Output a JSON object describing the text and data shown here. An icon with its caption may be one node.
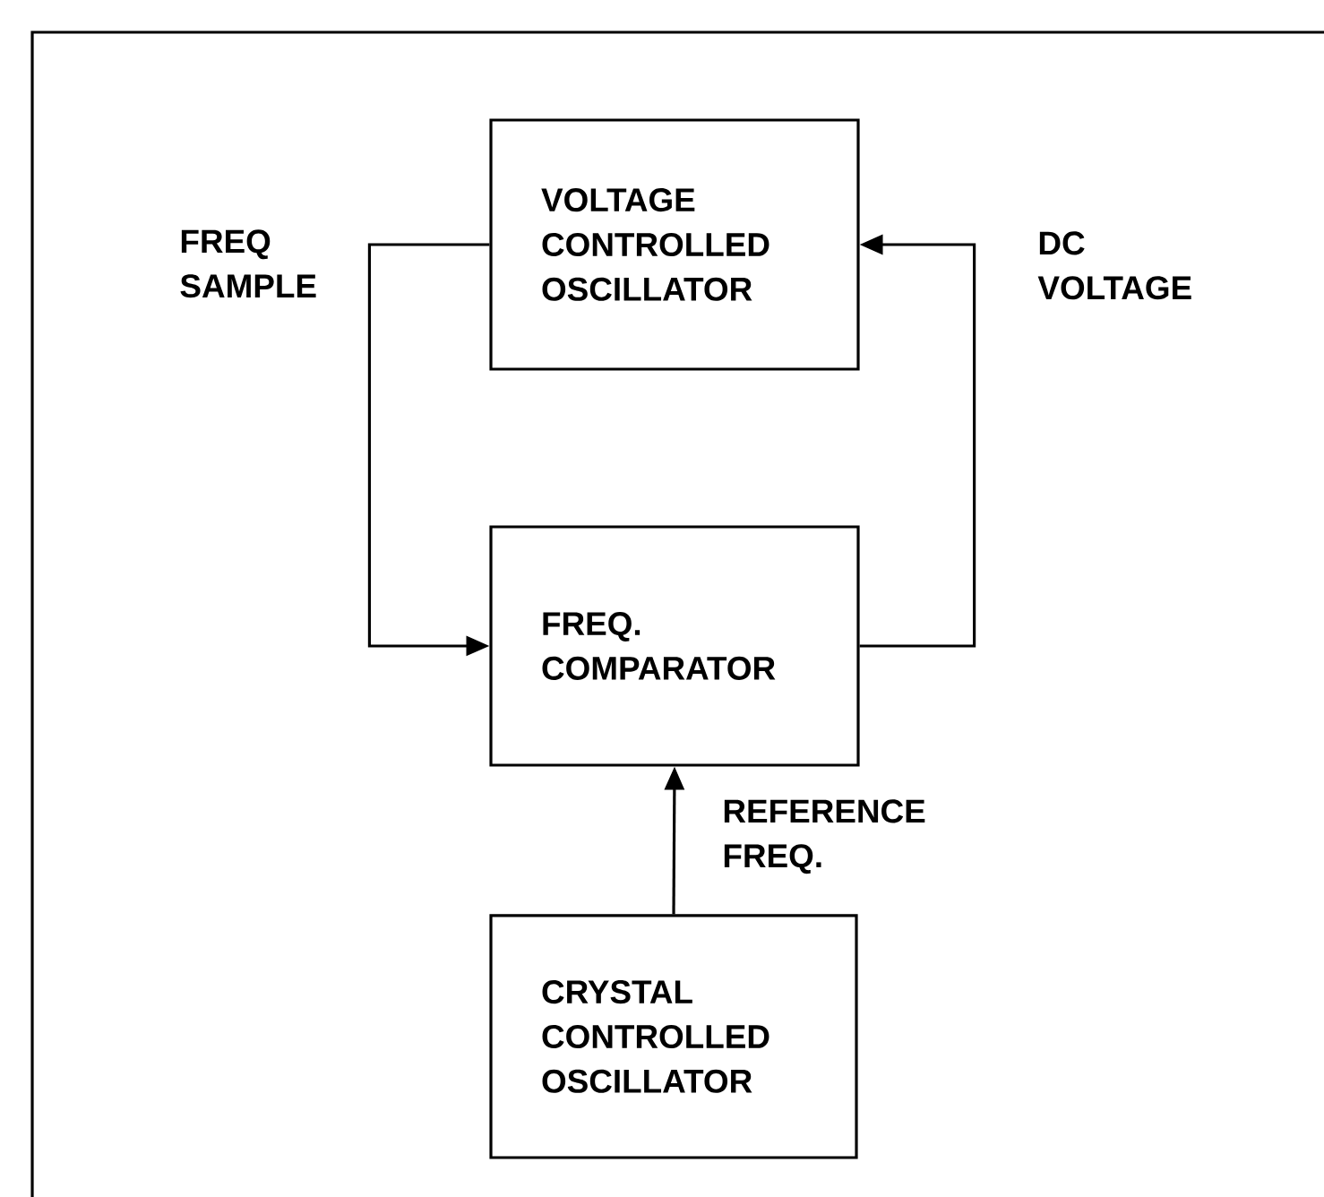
{
  "diagram": {
    "nodes": [
      {
        "text": [
          "VOLTAGE CONTROLLED OSCILLATOR"
        ]
      },
      {
        "text": [
          "FREQ. COMPARATOR"
        ]
      },
      {
        "text": [
          "CRYSTAL CONTROLLED OSCILLATOR"
        ]
      }
    ],
    "edges": [
      {
        "from": 0,
        "to": 1,
        "arrow": "to",
        "label": "FREQ SAMPLE"
      },
      {
        "from": 1,
        "to": 0,
        "arrow": "to",
        "label": "DC VOLTAGE"
      },
      {
        "from": 2,
        "to": 1,
        "arrow": "to",
        "label": "REFERENCE FREQ."
      }
    ]
  }
}
